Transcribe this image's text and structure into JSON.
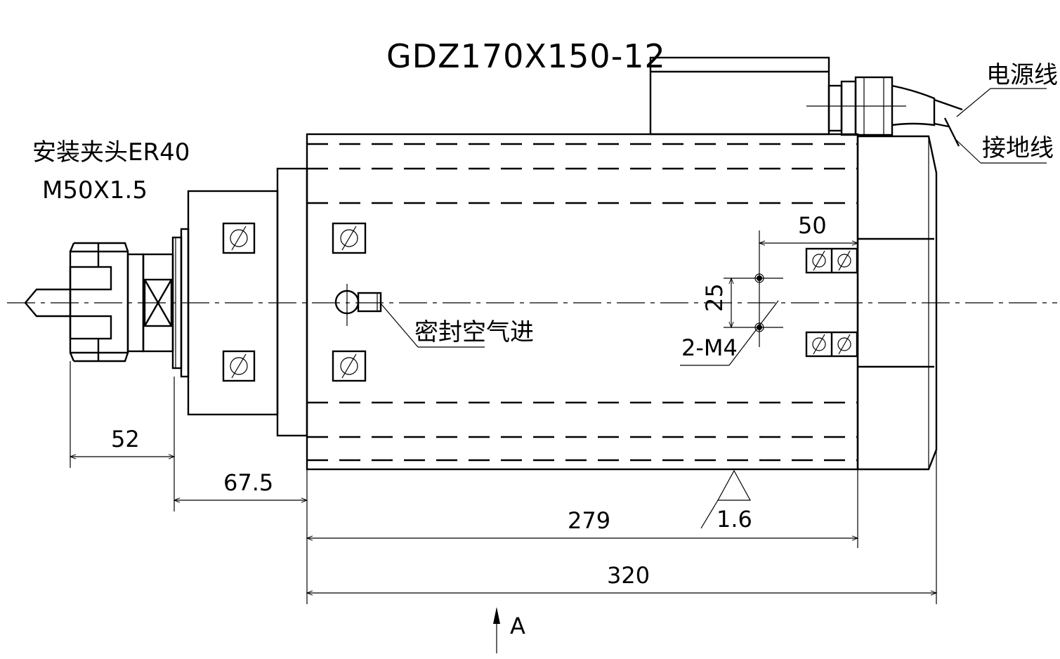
{
  "title": "GDZ170X150-12",
  "labels": {
    "collet_line1": "安装夹头ER40",
    "collet_line2": "M50X1.5",
    "power_cable": "电源线",
    "ground_cable": "接地线",
    "seal_air_inlet": "密封空气进",
    "thread_spec": "2-M4",
    "view_arrow": "A"
  },
  "dimensions": {
    "collet_length": "52",
    "front_length": "67.5",
    "body_length": "279",
    "total_length": "320",
    "hole_spacing": "25",
    "hole_offset": "50",
    "roughness": "1.6"
  },
  "colors": {
    "line": "#000000",
    "background": "#ffffff"
  }
}
